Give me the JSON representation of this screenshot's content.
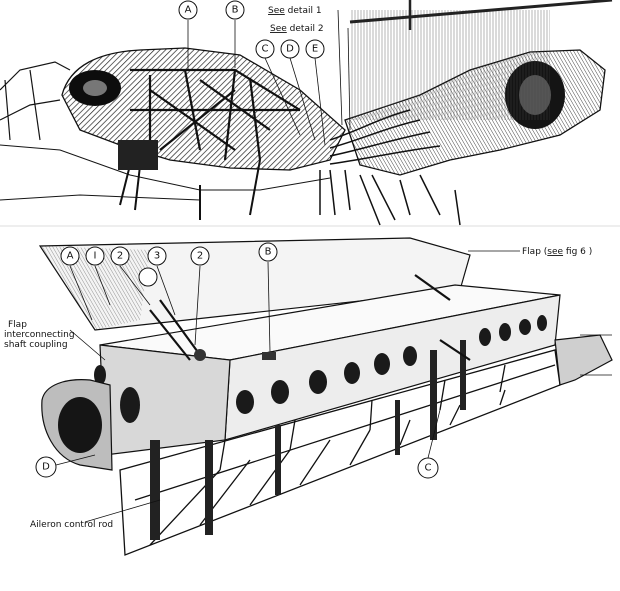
{
  "top_callouts": {
    "A": "A",
    "B": "B",
    "C": "C",
    "D": "D",
    "E": "E"
  },
  "top_notes": {
    "detail1_see": "See",
    "detail1_text": "detail 1",
    "detail2_see": "See",
    "detail2_text": "detail 2"
  },
  "bottom_callouts": {
    "A": "A",
    "I": "I",
    "two_a": "2",
    "three": "3",
    "two_b": "2",
    "B": "B",
    "C": "C",
    "D": "D"
  },
  "bottom_labels": {
    "flap_prefix": "Flap (",
    "flap_see": "see",
    "flap_suffix": " fig 6 )",
    "flap_coupling_1": "Flap",
    "flap_coupling_2": "interconnecting",
    "flap_coupling_3": "shaft coupling",
    "aileron_rod": "Aileron control rod"
  }
}
